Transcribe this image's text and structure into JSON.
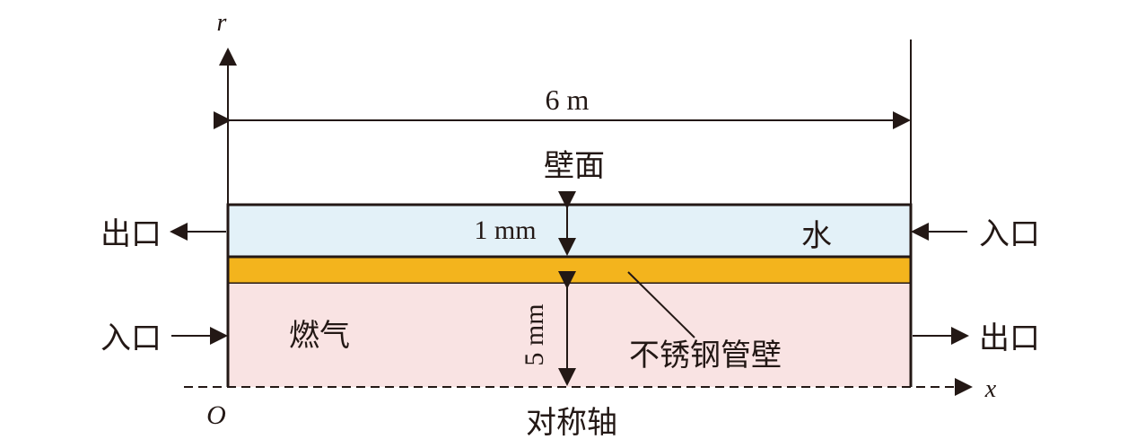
{
  "labels": {
    "axis_r": "r",
    "axis_x": "x",
    "origin": "O",
    "length": "6 m",
    "wall_surface": "壁面",
    "water_gap": "1 mm",
    "water": "水",
    "gas_radius": "5 mm",
    "gas": "燃气",
    "steel_wall": "不锈钢管壁",
    "symmetry_axis": "对称轴",
    "left_outlet": "出口",
    "right_inlet": "入口",
    "left_inlet": "入口",
    "right_outlet": "出口"
  },
  "colors": {
    "water_layer": "#e3f1f8",
    "steel_layer": "#f3b41d",
    "gas_layer": "#f9e3e3",
    "line": "#231815"
  }
}
